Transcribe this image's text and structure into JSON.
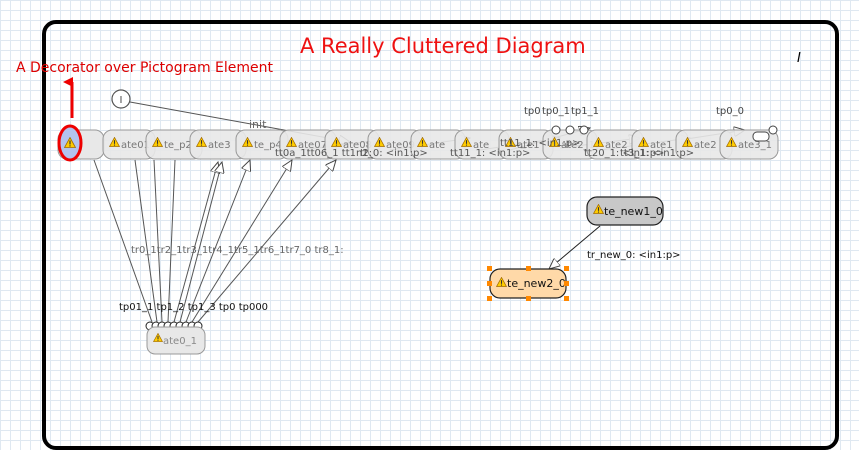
{
  "diagram": {
    "title": "A Really Cluttered Diagram",
    "decorator_label": "A Decorator over Pictogram Element",
    "cursor_mark": "I",
    "init_label": "init",
    "state_row": [
      "ate01",
      "te_p2",
      "ate3",
      "te_p4",
      "ate07",
      "ate08",
      "ate09",
      "ate",
      "ate",
      "ate1",
      "ate2_1",
      "ate2",
      "ate1",
      "ate2",
      "ate3_1"
    ],
    "top_labels": [
      "tp0",
      "tp0_1",
      "tp1_1",
      "tp0_0"
    ],
    "row_transition_labels": [
      "tt0a_1tt06_1 tt1n2:",
      "tt_0: <in1:p>",
      "tt11_1: <in1:p>",
      "tt11_1: <in1:p>",
      "tt20_1: <in1:p>",
      "tt3_1: <in1:p>"
    ],
    "lower_transition_labels": "tr0_1tr2_1tr3_1tr4_1tr5_1tr6_1tr7_0 tr8_1:",
    "bottom_port_labels": "tp01_1 tp1_2 tp1_3 tp0 tp000",
    "bottom_state": "ate0_1",
    "new_state_1": "te_new1_0",
    "new_state_2": "te_new2_0",
    "new_transition": "tr_new_0: <in1:p>",
    "colors": {
      "title": "#ee1111",
      "decorator": "#dd0000",
      "state_fill": "#e8e8e8",
      "selected_fill": "#ffd9a8",
      "handle": "#ff8800",
      "decorator_fill": "#b3c3ee"
    },
    "icons": [
      "warning-icon",
      "initial-pseudostate-icon",
      "exit-point-icon"
    ]
  }
}
